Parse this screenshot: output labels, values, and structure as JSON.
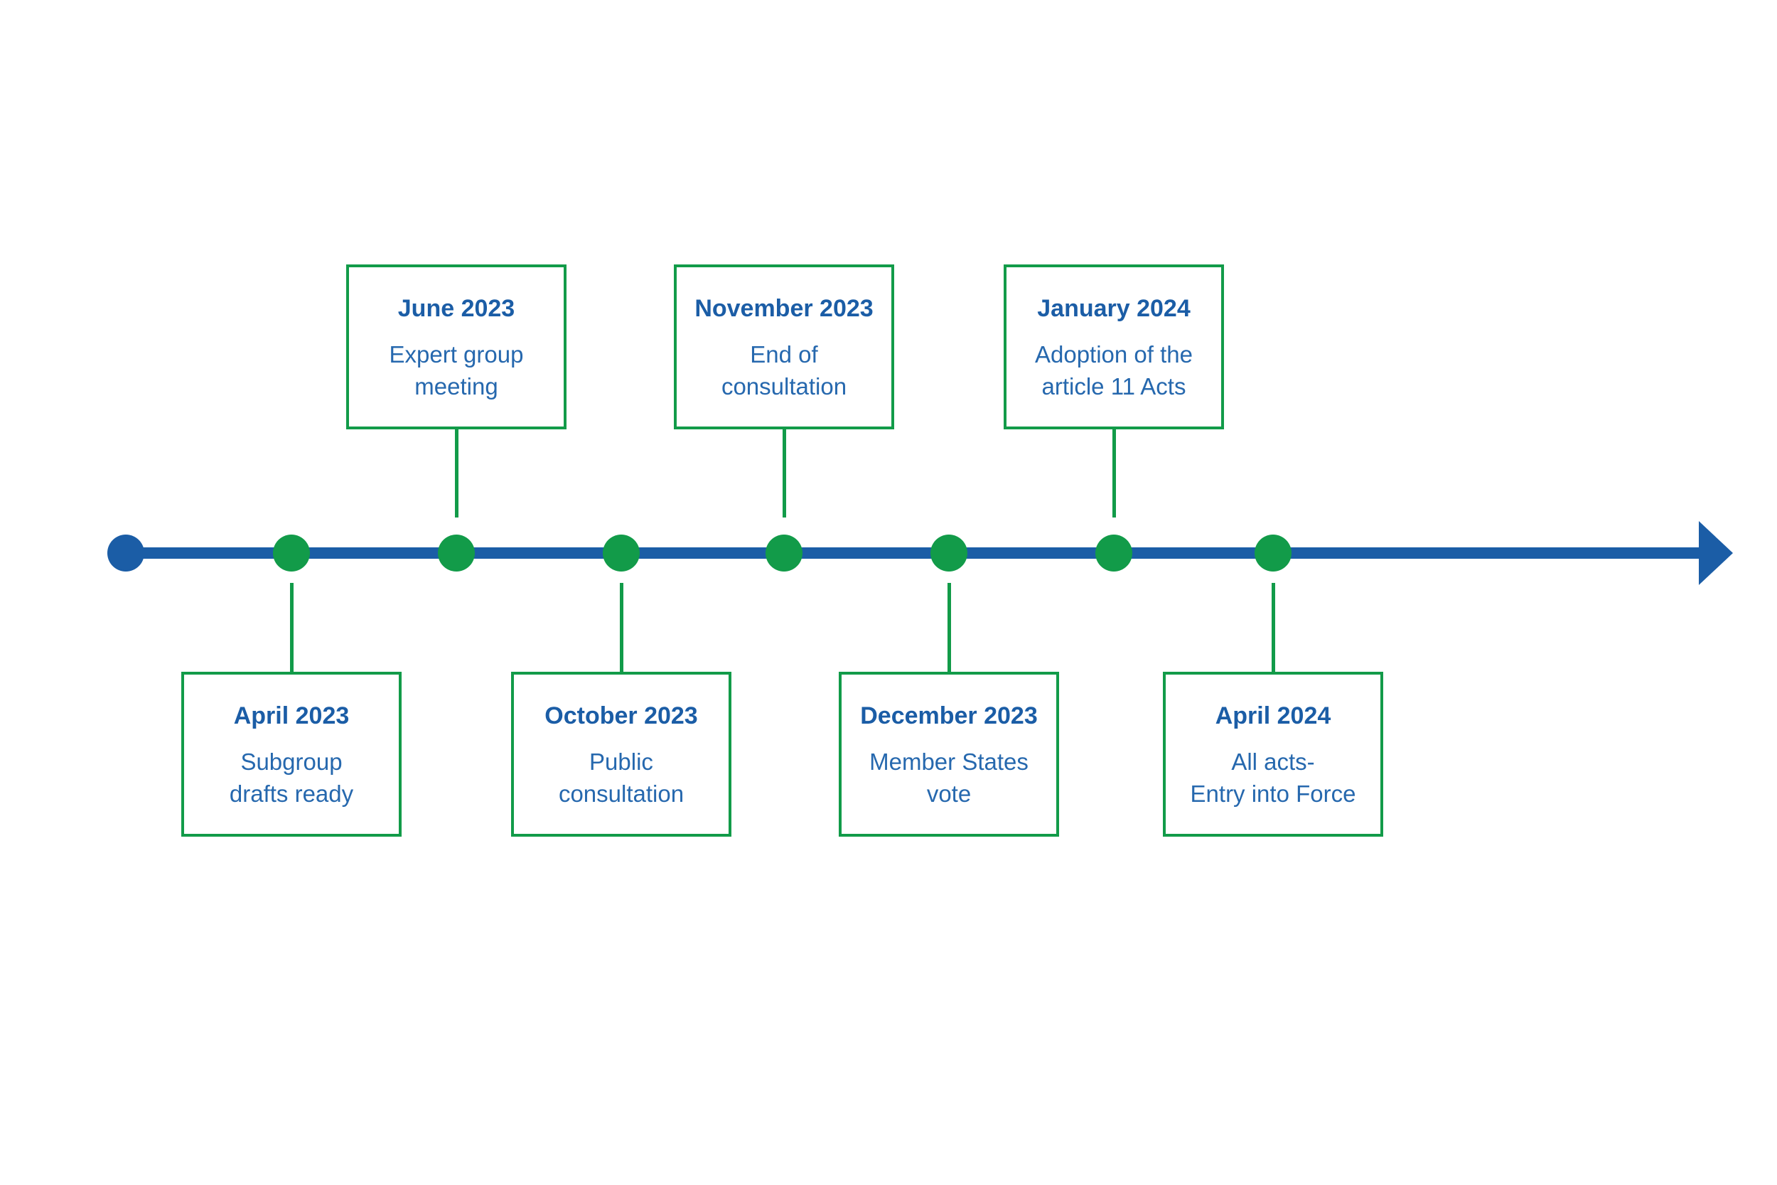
{
  "timeline": {
    "colors": {
      "axis_blue": "#1b5da6",
      "milestone_green": "#129b49",
      "date_text_blue": "#1b5da6",
      "description_text_blue": "#2668ae"
    },
    "events": [
      {
        "date": "April 2023",
        "desc": [
          "Subgroup",
          "drafts ready"
        ],
        "position": "below"
      },
      {
        "date": "June 2023",
        "desc": [
          "Expert group",
          "meeting"
        ],
        "position": "above"
      },
      {
        "date": "October 2023",
        "desc": [
          "Public",
          "consultation"
        ],
        "position": "below"
      },
      {
        "date": "November 2023",
        "desc": [
          "End of",
          "consultation"
        ],
        "position": "above"
      },
      {
        "date": "December 2023",
        "desc": [
          "Member States",
          "vote"
        ],
        "position": "below"
      },
      {
        "date": "January 2024",
        "desc": [
          "Adoption of the",
          "article 11 Acts"
        ],
        "position": "above"
      },
      {
        "date": "April 2024",
        "desc": [
          "All acts-",
          "Entry into Force"
        ],
        "position": "below"
      }
    ]
  }
}
